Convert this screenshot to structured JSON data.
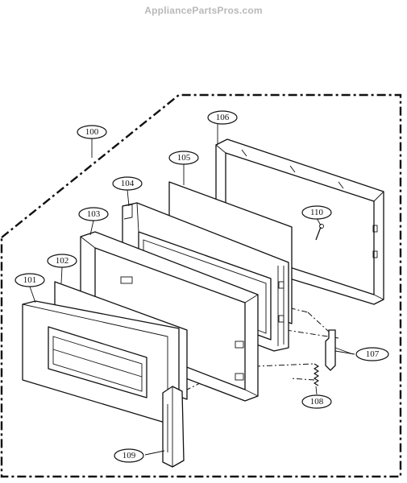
{
  "watermark": "AppliancePartsPros.com",
  "callouts": {
    "p100": "100",
    "p101": "101",
    "p102": "102",
    "p103": "103",
    "p104": "104",
    "p105": "105",
    "p106": "106",
    "p107": "107",
    "p108": "108",
    "p109": "109",
    "p110": "110"
  }
}
